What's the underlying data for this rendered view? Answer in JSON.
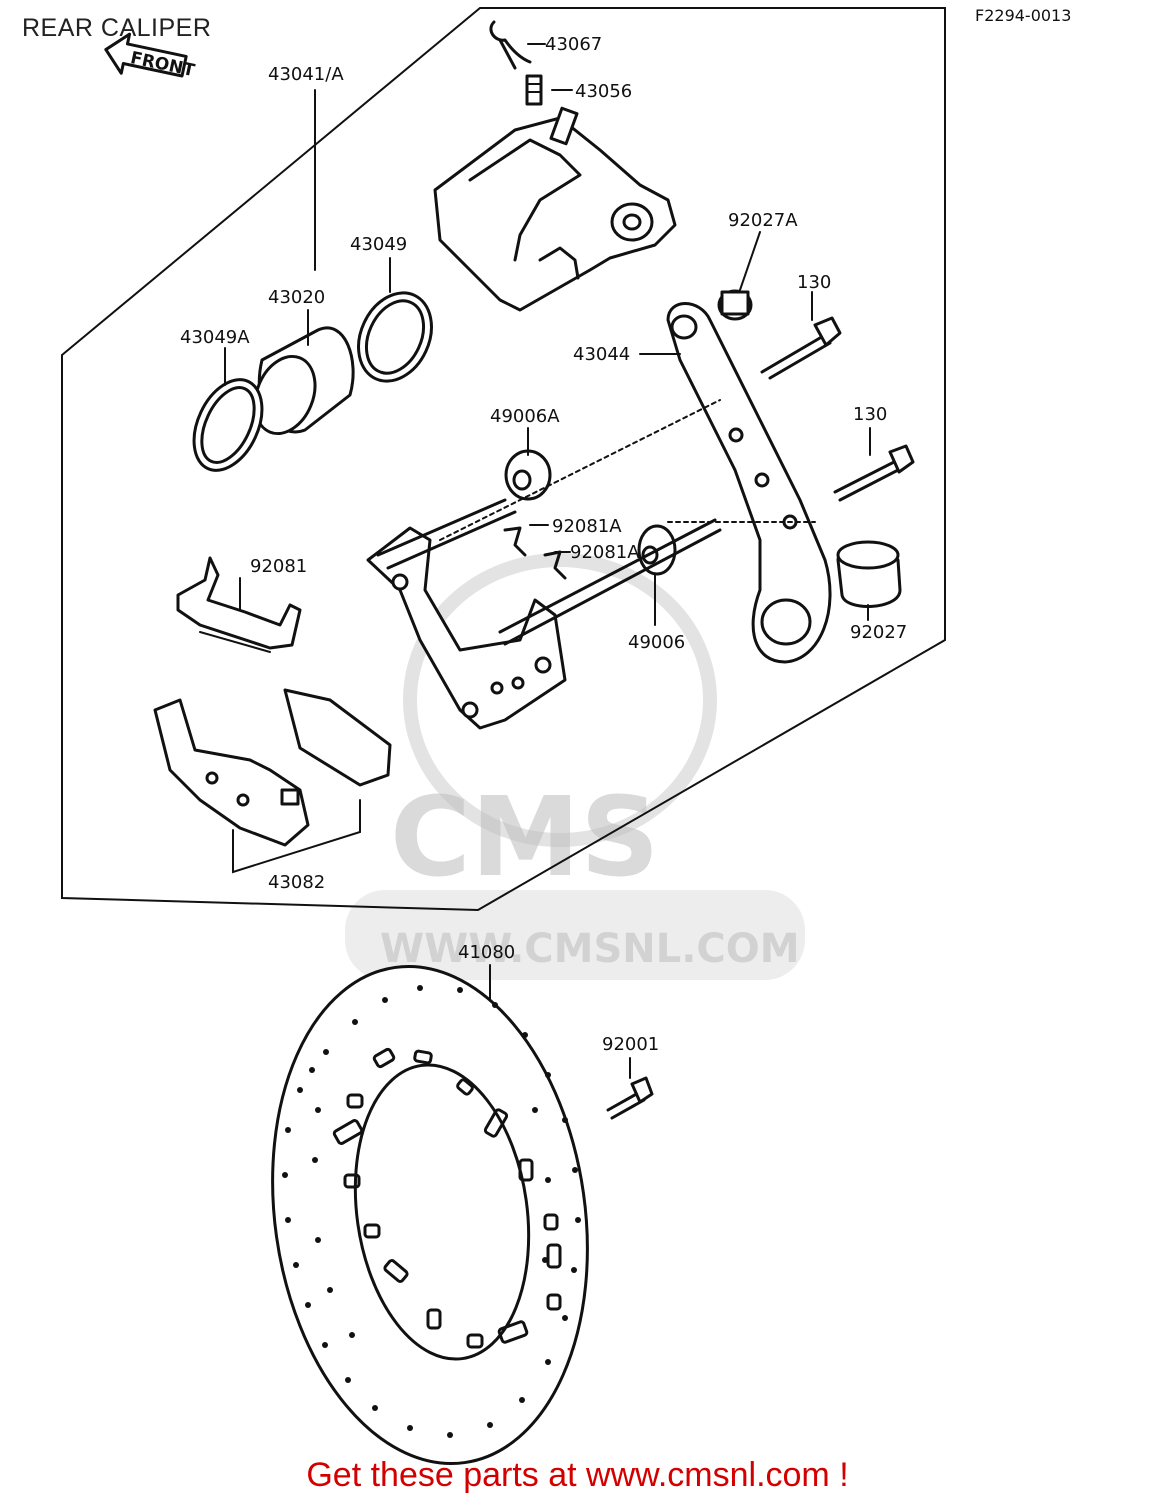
{
  "title": "REAR CALIPER",
  "reference_code": "F2294-0013",
  "front_marker": "FRONT",
  "watermark": {
    "logo": "CMS",
    "url": "WWW.CMSNL.COM"
  },
  "call_to_action": "Get these parts at www.cmsnl.com !",
  "parts": [
    {
      "id": "p43067",
      "label": "43067"
    },
    {
      "id": "p43056",
      "label": "43056"
    },
    {
      "id": "p43041A",
      "label": "43041/A"
    },
    {
      "id": "p43049",
      "label": "43049"
    },
    {
      "id": "p43020",
      "label": "43020"
    },
    {
      "id": "p43049A",
      "label": "43049A"
    },
    {
      "id": "p92027A",
      "label": "92027A"
    },
    {
      "id": "p130a",
      "label": "130"
    },
    {
      "id": "p43044",
      "label": "43044"
    },
    {
      "id": "p130b",
      "label": "130"
    },
    {
      "id": "p49006A",
      "label": "49006A"
    },
    {
      "id": "p92081A1",
      "label": "92081A"
    },
    {
      "id": "p92081A2",
      "label": "92081A"
    },
    {
      "id": "p92081",
      "label": "92081"
    },
    {
      "id": "p49006",
      "label": "49006"
    },
    {
      "id": "p92027",
      "label": "92027"
    },
    {
      "id": "p43082",
      "label": "43082"
    },
    {
      "id": "p41080",
      "label": "41080"
    },
    {
      "id": "p92001",
      "label": "92001"
    }
  ]
}
